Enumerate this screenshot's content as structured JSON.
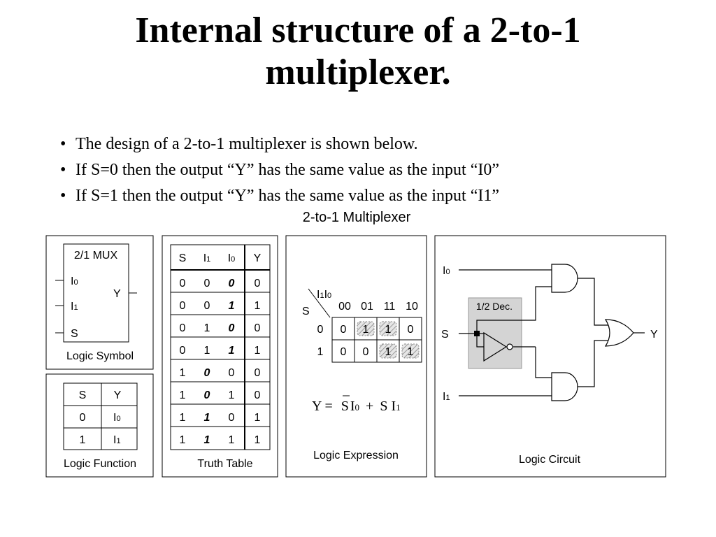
{
  "title": {
    "line1": "Internal structure of a 2-to-1",
    "line2": "multiplexer."
  },
  "bullets": [
    "The design of a 2-to-1 multiplexer is shown below.",
    "If S=0 then the output “Y” has the same value as the input “I0”",
    "If S=1 then the output “Y” has the same value as the input “I1”"
  ],
  "figure_title": "2-to-1 Multiplexer",
  "logic_symbol": {
    "name": "2/1 MUX",
    "in_i0": "I",
    "in_i0_sub": "0",
    "in_i1": "I",
    "in_i1_sub": "1",
    "in_s": "S",
    "out": "Y",
    "caption": "Logic Symbol"
  },
  "logic_function": {
    "headers": [
      "S",
      "Y"
    ],
    "rows": [
      [
        "0",
        "I",
        "0"
      ],
      [
        "1",
        "I",
        "1"
      ]
    ],
    "caption": "Logic Function"
  },
  "truth_table": {
    "headers": [
      "S",
      "I",
      "I",
      "Y"
    ],
    "header_subs": [
      "",
      "1",
      "0",
      ""
    ],
    "rows": [
      [
        "0",
        "0",
        "0",
        "0"
      ],
      [
        "0",
        "0",
        "1",
        "1"
      ],
      [
        "0",
        "1",
        "0",
        "0"
      ],
      [
        "0",
        "1",
        "1",
        "1"
      ],
      [
        "1",
        "0",
        "0",
        "0"
      ],
      [
        "1",
        "0",
        "1",
        "0"
      ],
      [
        "1",
        "1",
        "0",
        "1"
      ],
      [
        "1",
        "1",
        "1",
        "1"
      ]
    ],
    "caption": "Truth Table"
  },
  "kmap": {
    "corner_top": "I",
    "corner_top_sub1": "1",
    "corner_top_mid": "I",
    "corner_top_sub0": "0",
    "corner_left": "S",
    "col_labels": [
      "00",
      "01",
      "11",
      "10"
    ],
    "row_labels": [
      "0",
      "1"
    ],
    "cells": [
      [
        "0",
        "1",
        "1",
        "0"
      ],
      [
        "0",
        "0",
        "1",
        "1"
      ]
    ],
    "expression": {
      "y": "Y",
      "eq": "=",
      "s_bar": "S",
      "i0": "I",
      "i0_sub": "0",
      "plus": "+",
      "s": "S",
      "i1": "I",
      "i1_sub": "1"
    },
    "caption": "Logic Expression"
  },
  "circuit": {
    "in_i0": "I",
    "in_i0_sub": "0",
    "in_s": "S",
    "in_i1": "I",
    "in_i1_sub": "1",
    "out": "Y",
    "decoder_label": "1/2 Dec.",
    "caption": "Logic Circuit"
  },
  "colors": {
    "line": "#000000",
    "decoder_fill": "#d4d4d4",
    "hatch": "#9a9a9a",
    "hatch_bg": "#e6e6e6"
  }
}
